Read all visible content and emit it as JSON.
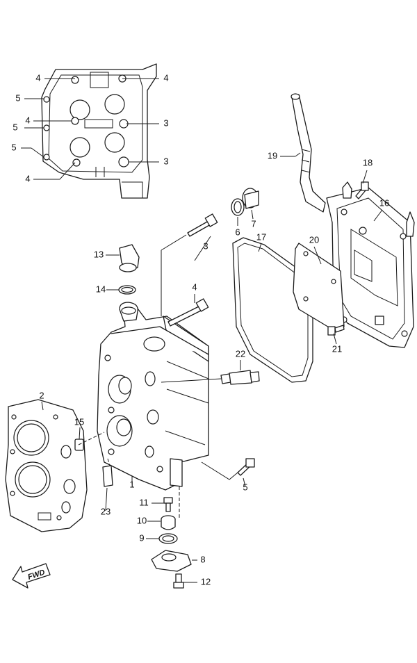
{
  "callouts": {
    "c4a": "4",
    "c4b": "4",
    "c5a": "5",
    "c4c": "4",
    "c3a": "3",
    "c5b": "5",
    "c5c": "5",
    "c3b": "3",
    "c4d": "4",
    "c19": "19",
    "c18": "18",
    "c16": "16",
    "c6": "6",
    "c7": "7",
    "c3c": "3",
    "c13": "13",
    "c17": "17",
    "c20": "20",
    "c14": "14",
    "c4e": "4",
    "c21": "21",
    "c22": "22",
    "c2": "2",
    "c15": "15",
    "c1": "1",
    "c5d": "5",
    "c11": "11",
    "c23": "23",
    "c10": "10",
    "c9": "9",
    "c8": "8",
    "c12": "12"
  },
  "fwd_label": "FWD"
}
